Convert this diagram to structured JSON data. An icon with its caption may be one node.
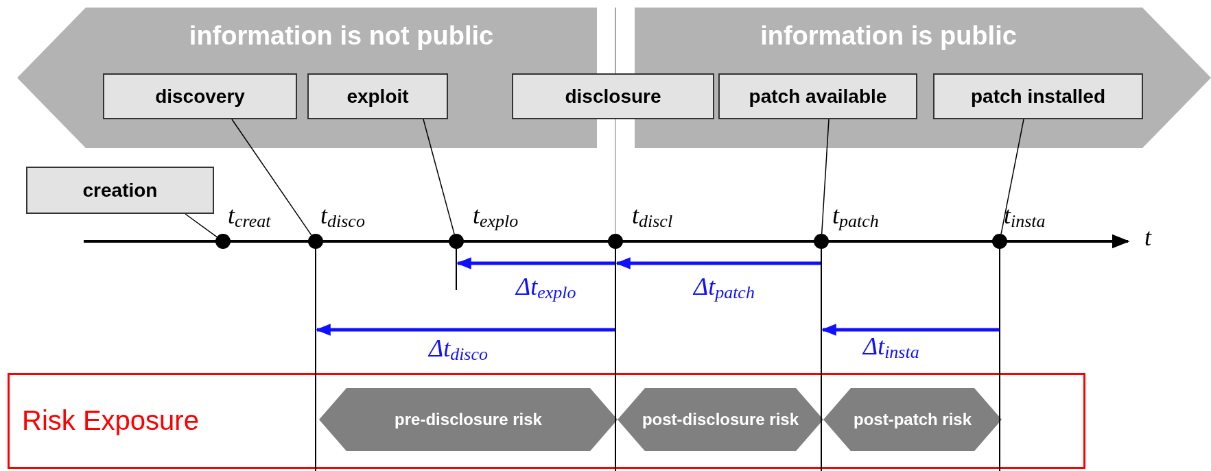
{
  "diagram": {
    "nodes": [
      {
        "text": [
          "information is not public"
        ]
      },
      {
        "text": [
          "information is public"
        ]
      },
      {
        "text": [
          "discovery"
        ],
        "in": 0
      },
      {
        "text": [
          "exploit"
        ],
        "in": 0
      },
      {
        "text": [
          "disclosure"
        ]
      },
      {
        "text": [
          "patch available"
        ],
        "in": 1
      },
      {
        "text": [
          "patch installed"
        ],
        "in": 1
      },
      {
        "text": [
          "creation"
        ]
      },
      {
        "text": [],
        "shape": "circle",
        "beside": [
          "t$_{creat}$"
        ]
      },
      {
        "text": [],
        "shape": "circle",
        "beside": [
          "t$_{disco}$"
        ]
      },
      {
        "text": [],
        "shape": "circle",
        "beside": [
          "t$_{explo}$"
        ]
      },
      {
        "text": [],
        "shape": "circle",
        "beside": [
          "t$_{discl}$"
        ]
      },
      {
        "text": [],
        "shape": "circle",
        "beside": [
          "t$_{patch}$"
        ]
      },
      {
        "text": [],
        "shape": "circle",
        "beside": [
          "t$_{insta}$"
        ]
      },
      {
        "text": [
          "Risk Exposure"
        ]
      },
      {
        "text": [
          "pre-disclosure risk"
        ],
        "in": 14
      },
      {
        "text": [
          "post-disclosure risk"
        ],
        "in": 14
      },
      {
        "text": [
          "post-patch risk"
        ],
        "in": 14
      }
    ],
    "edges": [
      {
        "from": 2,
        "to": 9,
        "arrow": "none"
      },
      {
        "from": 3,
        "to": 10,
        "arrow": "none"
      },
      {
        "from": 4,
        "to": 11,
        "arrow": "none",
        "color": "#a6a6a6"
      },
      {
        "from": 5,
        "to": 12,
        "arrow": "none"
      },
      {
        "from": 6,
        "to": 13,
        "arrow": "none"
      },
      {
        "from": 7,
        "to": 8,
        "arrow": "none"
      },
      {
        "from": 11,
        "to": 10,
        "arrow": "to",
        "label": "Δt$_{explo}$",
        "style": "thick",
        "color": "#1010ff"
      },
      {
        "from": 12,
        "to": 11,
        "arrow": "to",
        "label": "Δt$_{patch}$",
        "style": "thick",
        "color": "#1010ff"
      },
      {
        "from": 11,
        "to": 9,
        "arrow": "to",
        "label": "Δt$_{disco}$",
        "style": "thick",
        "color": "#1010ff"
      },
      {
        "from": 13,
        "to": 12,
        "arrow": "to",
        "label": "Δt$_{insta}$",
        "style": "thick",
        "color": "#1010ff"
      }
    ],
    "labels": [
      "t"
    ]
  }
}
